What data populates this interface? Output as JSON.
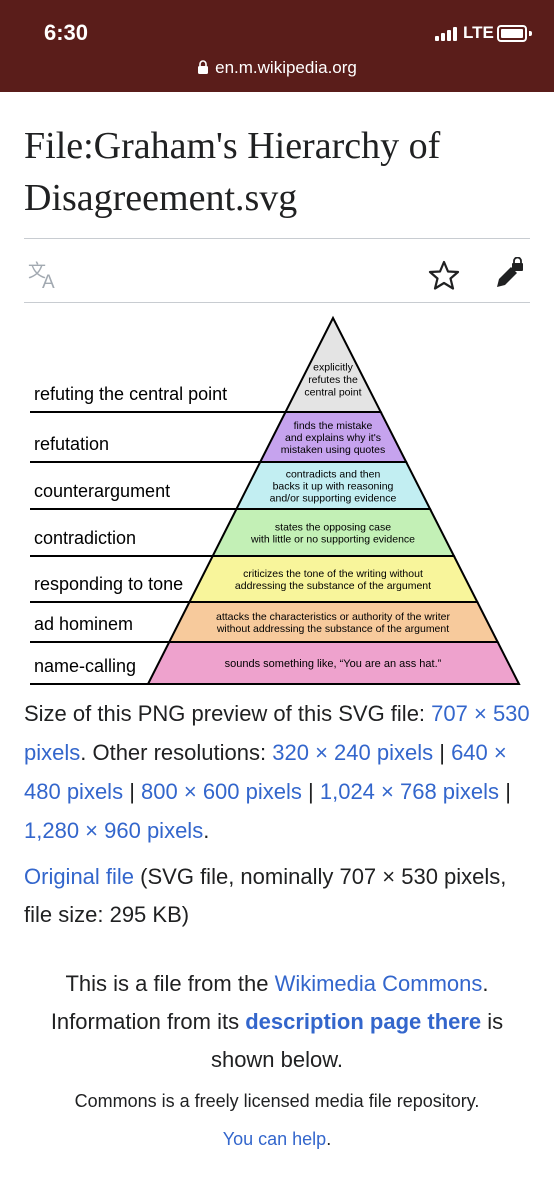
{
  "status_bar": {
    "time": "6:30",
    "network": "LTE",
    "url": "en.m.wikipedia.org"
  },
  "page": {
    "title": "File:Graham's Hierarchy of Disagreement.svg"
  },
  "toolbar": {
    "icons": [
      "translate-icon",
      "star-icon",
      "edit-lock-icon"
    ]
  },
  "pyramid": {
    "levels": [
      {
        "label": "refuting the central point",
        "desc": [
          "explicitly",
          "refutes the",
          "central point"
        ],
        "color": "#e4e4e4"
      },
      {
        "label": "refutation",
        "desc": [
          "finds the mistake",
          "and explains why it's",
          "mistaken using quotes"
        ],
        "color": "#c6a3ee"
      },
      {
        "label": "counterargument",
        "desc": [
          "contradicts and then",
          "backs it up with reasoning",
          "and/or supporting evidence"
        ],
        "color": "#c2eef2"
      },
      {
        "label": "contradiction",
        "desc": [
          "states the opposing case",
          "with little or no supporting evidence"
        ],
        "color": "#c3f0b6"
      },
      {
        "label": "responding to tone",
        "desc": [
          "criticizes the tone of the writing without",
          "addressing the substance of the argument"
        ],
        "color": "#f8f59b"
      },
      {
        "label": "ad hominem",
        "desc": [
          "attacks the characteristics or authority of the writer",
          "without addressing the substance of the argument"
        ],
        "color": "#f7ca9c"
      },
      {
        "label": "name-calling",
        "desc": [
          "sounds something like, “You are an ass hat.”"
        ],
        "color": "#eea2cd"
      }
    ]
  },
  "preview_info": {
    "prefix": "Size of this PNG preview of this SVG file:",
    "preview_size": "707 × 530 pixels",
    "other_label": ". Other resolutions:",
    "resolutions": [
      "320 × 240 pixels",
      "640 × 480 pixels",
      "800 × 600 pixels",
      "1,024 × 768 pixels",
      "1,280 × 960 pixels"
    ],
    "separator": "|",
    "end": "."
  },
  "original_file": {
    "link": "Original file",
    "details": "(SVG file, nominally 707 × 530 pixels, file size: 295 KB)"
  },
  "commons_notice": {
    "text1": "This is a file from the",
    "link1": "Wikimedia Commons",
    "text2": ". Information from its",
    "link2": "description page there",
    "text3": "is shown below.",
    "repo_text": "Commons is a freely licensed media file repository.",
    "help_link": "You can help",
    "help_end": "."
  }
}
